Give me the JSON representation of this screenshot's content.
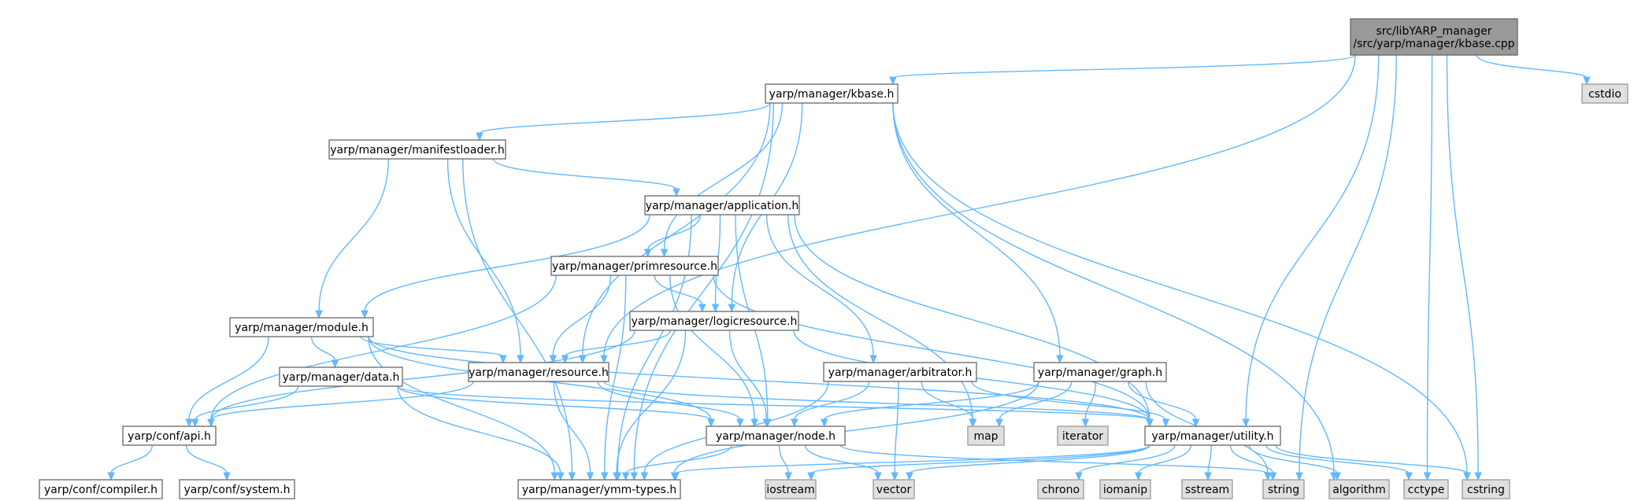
{
  "nodes": [
    {
      "id": "root",
      "label": [
        "src/libYARP_manager",
        "/src/yarp/manager/kbase.cpp"
      ],
      "kind": "root"
    },
    {
      "id": "kbase_h",
      "label": [
        "yarp/manager/kbase.h"
      ],
      "kind": "file"
    },
    {
      "id": "cstdio",
      "label": [
        "cstdio"
      ],
      "kind": "sys"
    },
    {
      "id": "manifestloader",
      "label": [
        "yarp/manager/manifestloader.h"
      ],
      "kind": "file"
    },
    {
      "id": "application",
      "label": [
        "yarp/manager/application.h"
      ],
      "kind": "file"
    },
    {
      "id": "primresource",
      "label": [
        "yarp/manager/primresource.h"
      ],
      "kind": "file"
    },
    {
      "id": "module",
      "label": [
        "yarp/manager/module.h"
      ],
      "kind": "file"
    },
    {
      "id": "logicresource",
      "label": [
        "yarp/manager/logicresource.h"
      ],
      "kind": "file"
    },
    {
      "id": "data",
      "label": [
        "yarp/manager/data.h"
      ],
      "kind": "file"
    },
    {
      "id": "resource",
      "label": [
        "yarp/manager/resource.h"
      ],
      "kind": "file"
    },
    {
      "id": "arbitrator",
      "label": [
        "yarp/manager/arbitrator.h"
      ],
      "kind": "file"
    },
    {
      "id": "graph",
      "label": [
        "yarp/manager/graph.h"
      ],
      "kind": "file"
    },
    {
      "id": "api",
      "label": [
        "yarp/conf/api.h"
      ],
      "kind": "file"
    },
    {
      "id": "node",
      "label": [
        "yarp/manager/node.h"
      ],
      "kind": "file"
    },
    {
      "id": "map",
      "label": [
        "map"
      ],
      "kind": "sys"
    },
    {
      "id": "iterator",
      "label": [
        "iterator"
      ],
      "kind": "sys"
    },
    {
      "id": "utility",
      "label": [
        "yarp/manager/utility.h"
      ],
      "kind": "file"
    },
    {
      "id": "compiler",
      "label": [
        "yarp/conf/compiler.h"
      ],
      "kind": "file"
    },
    {
      "id": "system",
      "label": [
        "yarp/conf/system.h"
      ],
      "kind": "file"
    },
    {
      "id": "ymm",
      "label": [
        "yarp/manager/ymm-types.h"
      ],
      "kind": "file"
    },
    {
      "id": "iostream",
      "label": [
        "iostream"
      ],
      "kind": "sys"
    },
    {
      "id": "vector",
      "label": [
        "vector"
      ],
      "kind": "sys"
    },
    {
      "id": "chrono",
      "label": [
        "chrono"
      ],
      "kind": "sys"
    },
    {
      "id": "iomanip",
      "label": [
        "iomanip"
      ],
      "kind": "sys"
    },
    {
      "id": "sstream",
      "label": [
        "sstream"
      ],
      "kind": "sys"
    },
    {
      "id": "string",
      "label": [
        "string"
      ],
      "kind": "sys"
    },
    {
      "id": "algorithm",
      "label": [
        "algorithm"
      ],
      "kind": "sys"
    },
    {
      "id": "cctype",
      "label": [
        "cctype"
      ],
      "kind": "sys"
    },
    {
      "id": "cstring",
      "label": [
        "cstring"
      ],
      "kind": "sys"
    }
  ],
  "edges": [
    [
      "root",
      "kbase_h"
    ],
    [
      "root",
      "cstdio"
    ],
    [
      "root",
      "resource"
    ],
    [
      "root",
      "utility"
    ],
    [
      "root",
      "string"
    ],
    [
      "root",
      "cctype"
    ],
    [
      "root",
      "cstring"
    ],
    [
      "kbase_h",
      "manifestloader"
    ],
    [
      "kbase_h",
      "primresource"
    ],
    [
      "kbase_h",
      "logicresource"
    ],
    [
      "kbase_h",
      "resource"
    ],
    [
      "kbase_h",
      "graph"
    ],
    [
      "kbase_h",
      "ymm"
    ],
    [
      "kbase_h",
      "algorithm"
    ],
    [
      "kbase_h",
      "cstring"
    ],
    [
      "manifestloader",
      "application"
    ],
    [
      "manifestloader",
      "module"
    ],
    [
      "manifestloader",
      "resource"
    ],
    [
      "manifestloader",
      "ymm"
    ],
    [
      "application",
      "primresource"
    ],
    [
      "application",
      "module"
    ],
    [
      "application",
      "logicresource"
    ],
    [
      "application",
      "arbitrator"
    ],
    [
      "application",
      "node"
    ],
    [
      "application",
      "utility"
    ],
    [
      "application",
      "ymm"
    ],
    [
      "application",
      "map"
    ],
    [
      "primresource",
      "logicresource"
    ],
    [
      "primresource",
      "resource"
    ],
    [
      "primresource",
      "api"
    ],
    [
      "primresource",
      "node"
    ],
    [
      "primresource",
      "utility"
    ],
    [
      "primresource",
      "ymm"
    ],
    [
      "module",
      "data"
    ],
    [
      "module",
      "resource"
    ],
    [
      "module",
      "api"
    ],
    [
      "module",
      "node"
    ],
    [
      "module",
      "utility"
    ],
    [
      "module",
      "ymm"
    ],
    [
      "logicresource",
      "resource"
    ],
    [
      "logicresource",
      "api"
    ],
    [
      "logicresource",
      "node"
    ],
    [
      "logicresource",
      "utility"
    ],
    [
      "logicresource",
      "ymm"
    ],
    [
      "data",
      "api"
    ],
    [
      "data",
      "node"
    ],
    [
      "data",
      "utility"
    ],
    [
      "data",
      "ymm"
    ],
    [
      "resource",
      "api"
    ],
    [
      "resource",
      "node"
    ],
    [
      "resource",
      "utility"
    ],
    [
      "resource",
      "ymm"
    ],
    [
      "arbitrator",
      "node"
    ],
    [
      "arbitrator",
      "utility"
    ],
    [
      "arbitrator",
      "map"
    ],
    [
      "arbitrator",
      "vector"
    ],
    [
      "arbitrator",
      "ymm"
    ],
    [
      "graph",
      "node"
    ],
    [
      "graph",
      "map"
    ],
    [
      "graph",
      "iterator"
    ],
    [
      "graph",
      "utility"
    ],
    [
      "graph",
      "string"
    ],
    [
      "graph",
      "ymm"
    ],
    [
      "api",
      "compiler"
    ],
    [
      "api",
      "system"
    ],
    [
      "node",
      "ymm"
    ],
    [
      "node",
      "iostream"
    ],
    [
      "node",
      "vector"
    ],
    [
      "node",
      "string"
    ],
    [
      "utility",
      "ymm"
    ],
    [
      "utility",
      "iostream"
    ],
    [
      "utility",
      "vector"
    ],
    [
      "utility",
      "chrono"
    ],
    [
      "utility",
      "iomanip"
    ],
    [
      "utility",
      "sstream"
    ],
    [
      "utility",
      "string"
    ],
    [
      "utility",
      "algorithm"
    ],
    [
      "utility",
      "cctype"
    ],
    [
      "utility",
      "cstring"
    ]
  ]
}
